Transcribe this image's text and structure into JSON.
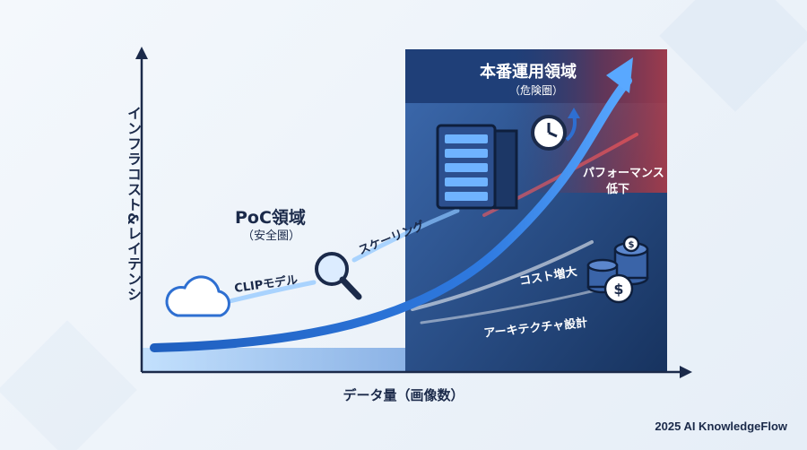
{
  "labels": {
    "y_axis": "インフラコスト&レイテンシ",
    "x_axis": "データ量（画像数）",
    "poc_title": "PoC領域",
    "poc_sub": "（安全圏）",
    "prod_title": "本番運用領域",
    "prod_sub": "（危険圏）",
    "clip_model": "CLIPモデル",
    "scaling": "スケーリング",
    "performance": "パフォーマンス",
    "degradation": "低下",
    "cost_increase": "コスト増大",
    "architecture": "アーキテクチャ設計",
    "brand": "2025 AI KnowledgeFlow"
  },
  "icons": [
    "cloud-icon",
    "magnifier-icon",
    "server-icon",
    "clock-icon",
    "coin-stack-icon"
  ],
  "colors": {
    "navy": "#1b2a4a",
    "prod_zone": "#2a4f8c",
    "curve": "#2e6fd1",
    "danger": "#e0322f"
  }
}
